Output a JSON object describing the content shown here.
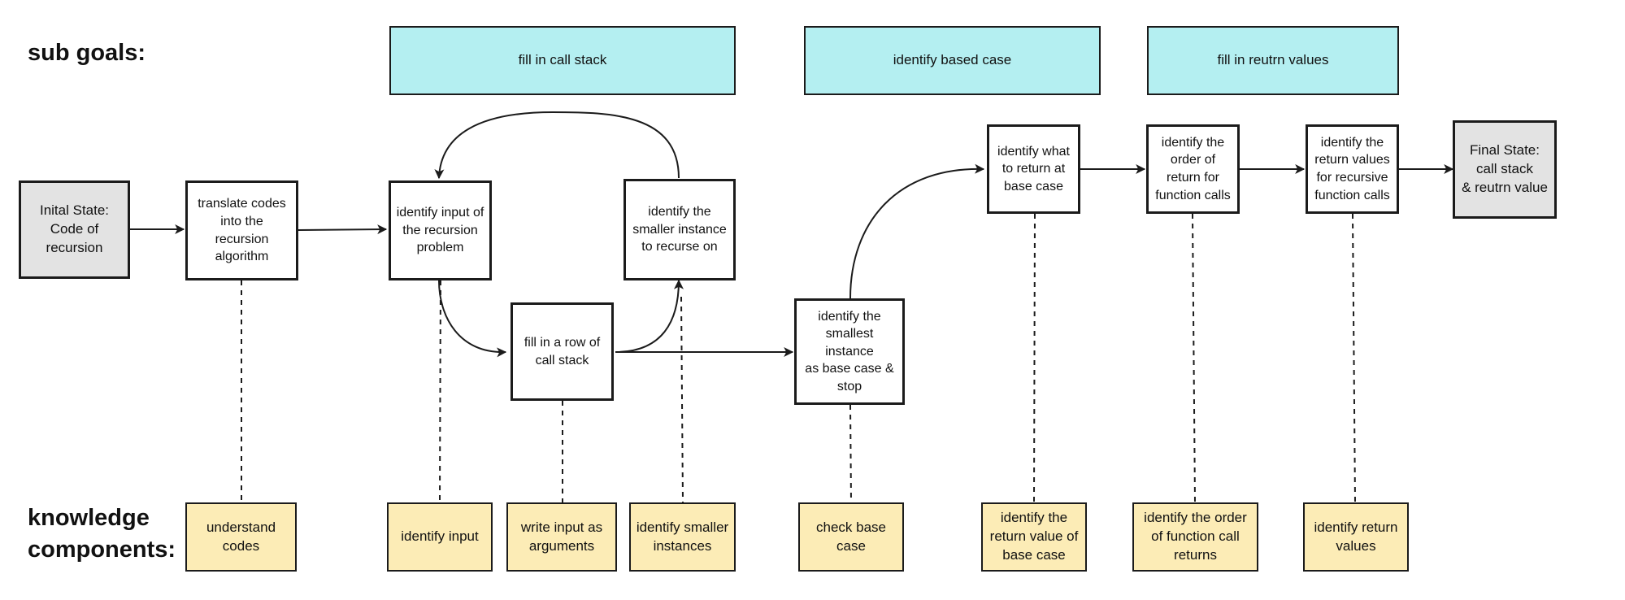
{
  "headings": {
    "sub_goals": "sub goals:",
    "knowledge_components_line1": "knowledge",
    "knowledge_components_line2": "components:"
  },
  "sub_goals": [
    {
      "label": "fill in call stack"
    },
    {
      "label": "identify based case"
    },
    {
      "label": "fill in reutrn values"
    }
  ],
  "states": {
    "initial": "Inital State:\nCode of\nrecursion",
    "final": "Final State:\ncall stack\n& reutrn value"
  },
  "steps": [
    {
      "label": "translate codes\ninto the\nrecursion\nalgorithm"
    },
    {
      "label": "identify input of\nthe recursion\nproblem"
    },
    {
      "label": "fill in a row of\ncall stack"
    },
    {
      "label": "identify the\nsmaller instance\nto recurse on"
    },
    {
      "label": "identify the\nsmallest instance\nas base case &\nstop"
    },
    {
      "label": "identify what\nto return at\nbase case"
    },
    {
      "label": "identify the\norder of\nreturn for\nfunction calls"
    },
    {
      "label": "identify the\nreturn values\nfor recursive\nfunction calls"
    }
  ],
  "knowledge_components": [
    {
      "label": "understand\ncodes"
    },
    {
      "label": "identify input"
    },
    {
      "label": "write input as\narguments"
    },
    {
      "label": "identify smaller\ninstances"
    },
    {
      "label": "check base\ncase"
    },
    {
      "label": "identify the\nreturn value of\nbase case"
    },
    {
      "label": "identify the order\nof function call\nreturns"
    },
    {
      "label": "identify return\nvalues"
    }
  ],
  "colors": {
    "sub_goal_fill": "#b4eff1",
    "state_fill": "#e3e3e3",
    "knowledge_component_fill": "#fcecb6",
    "step_fill": "#ffffff",
    "line": "#1b1b1b"
  }
}
